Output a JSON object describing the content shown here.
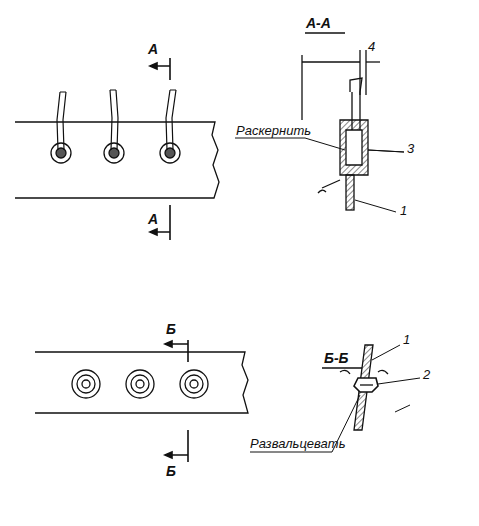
{
  "diagram": {
    "labels": [
      "А",
      "А",
      "А-А",
      "4",
      "Раскернить",
      "3",
      "1",
      "Б",
      "Б",
      "Б-Б",
      "1",
      "2",
      "Развальцевать"
    ]
  }
}
